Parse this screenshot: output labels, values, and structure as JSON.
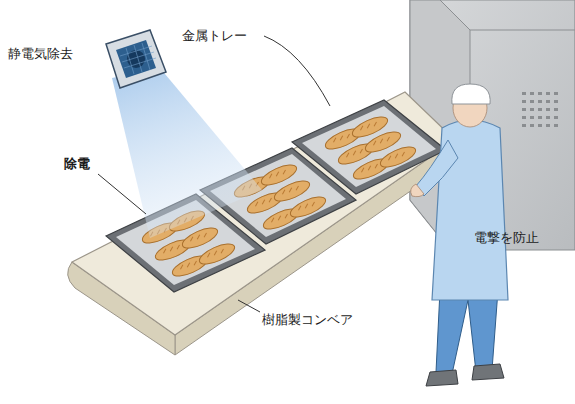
{
  "diagram": {
    "labels": [
      "静電気除去",
      "金属トレー",
      "除電",
      "電撃を防止",
      "樹脂製コンベア"
    ]
  }
}
